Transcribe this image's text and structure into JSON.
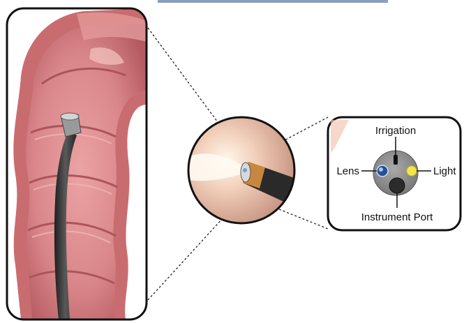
{
  "tip_labels": {
    "irrigation": "Irrigation",
    "lens": "Lens",
    "light": "Light",
    "instrument_port": "Instrument Port"
  },
  "colors": {
    "tissue": "#d9868a",
    "tissue_dark": "#b45a60",
    "fold_shadow": "#c26f73",
    "scope": "#3a3a3a",
    "tip_face": "#8f8f8f",
    "light_port": "#f2e64a",
    "lens_port": "#2a4f8f",
    "title_fragment": "#2b4c8c"
  }
}
